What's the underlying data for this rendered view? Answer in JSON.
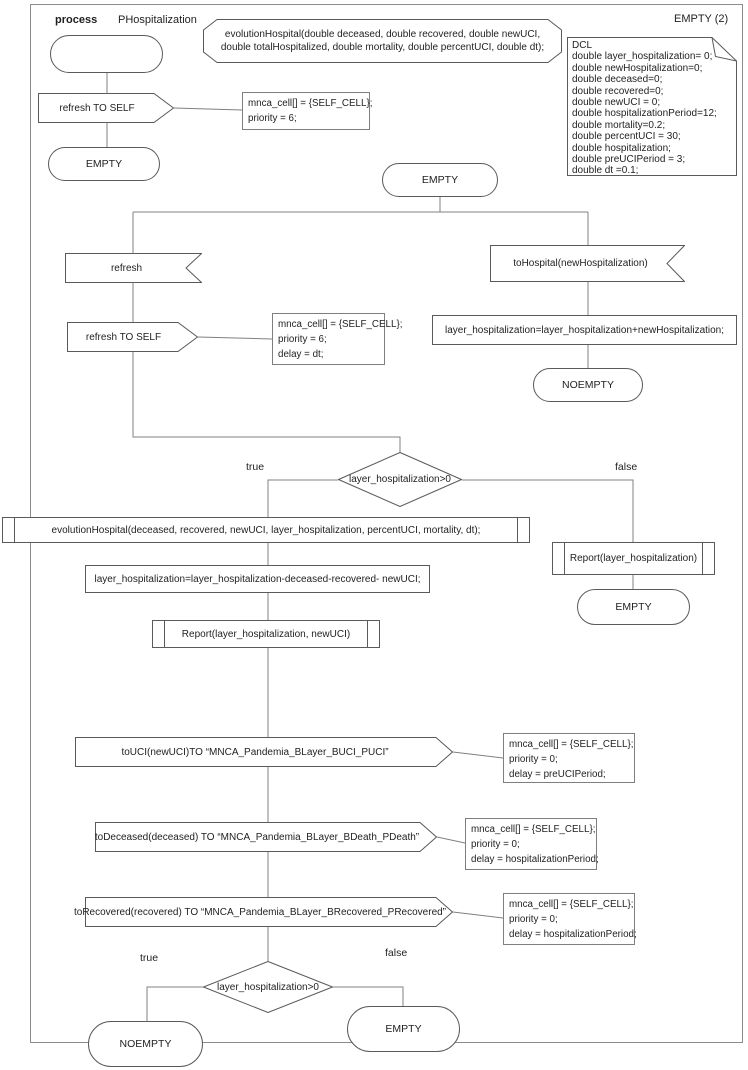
{
  "colors": {
    "shape_stroke": "#5a5a5a",
    "connector": "#808080",
    "frame": "#8c8c8c",
    "text": "#1f1f1f",
    "background": "#ffffff"
  },
  "header": {
    "kind_label": "process",
    "process_name": "PHospitalization",
    "page_label": "EMPTY (2)"
  },
  "declarations": {
    "procedure_signature": "evolutionHospital(double deceased, double recovered, double newUCI, double totalHospitalized, double mortality, double percentUCI, double dt);",
    "dcl_lines": [
      "DCL",
      "double layer_hospitalization= 0;",
      "double newHospitalization=0;",
      "double deceased=0;",
      "double recovered=0;",
      "double newUCI = 0;",
      "double hospitalizationPeriod=12;",
      "double mortality=0.2;",
      "double percentUCI = 30;",
      "double hospitalization;",
      "double preUCIPeriod = 3;",
      "double dt =0.1;"
    ]
  },
  "start_column": {
    "output_refresh_to_self": "refresh TO SELF",
    "comment_lines": [
      "mnca_cell[] = {SELF_CELL};",
      "priority = 6;"
    ],
    "state_empty": "EMPTY"
  },
  "main": {
    "state_empty_top": "EMPTY",
    "input_refresh": "refresh",
    "output_refresh_to_self": "refresh TO SELF",
    "comment_refresh_lines": [
      "mnca_cell[] = {SELF_CELL};",
      "priority = 6;",
      "delay = dt;"
    ],
    "input_to_hospital": "toHospital(newHospitalization)",
    "task_add_hospitalization": "layer_hospitalization=layer_hospitalization+newHospitalization;",
    "state_noempty_right": "NOEMPTY",
    "decision_1": "layer_hospitalization>0",
    "label_true_1": "true",
    "label_false_1": "false",
    "procedure_call_evolution": "evolutionHospital(deceased, recovered, newUCI, layer_hospitalization, percentUCI, mortality, dt);",
    "task_subtract": "layer_hospitalization=layer_hospitalization-deceased-recovered- newUCI;",
    "procedure_call_report_newuci": "Report(layer_hospitalization, newUCI)",
    "procedure_call_report": "Report(layer_hospitalization)",
    "state_empty_right": "EMPTY",
    "output_to_uci": "toUCI(newUCI)TO “MNCA_Pandemia_BLayer_BUCI_PUCI”",
    "comment_to_uci_lines": [
      "mnca_cell[] = {SELF_CELL};",
      "priority = 0;",
      "delay = preUCIPeriod;"
    ],
    "output_to_deceased": "toDeceased(deceased) TO “MNCA_Pandemia_BLayer_BDeath_PDeath”",
    "comment_to_deceased_lines": [
      "mnca_cell[] = {SELF_CELL};",
      "priority = 0;",
      "delay = hospitalizationPeriod;"
    ],
    "output_to_recovered": "toRecovered(recovered) TO “MNCA_Pandemia_BLayer_BRecovered_PRecovered”",
    "comment_to_recovered_lines": [
      "mnca_cell[] = {SELF_CELL};",
      "priority = 0;",
      "delay = hospitalizationPeriod;"
    ],
    "decision_2": "layer_hospitalization>0",
    "label_true_2": "true",
    "label_false_2": "false",
    "state_noempty_bottom": "NOEMPTY",
    "state_empty_bottom": "EMPTY"
  }
}
